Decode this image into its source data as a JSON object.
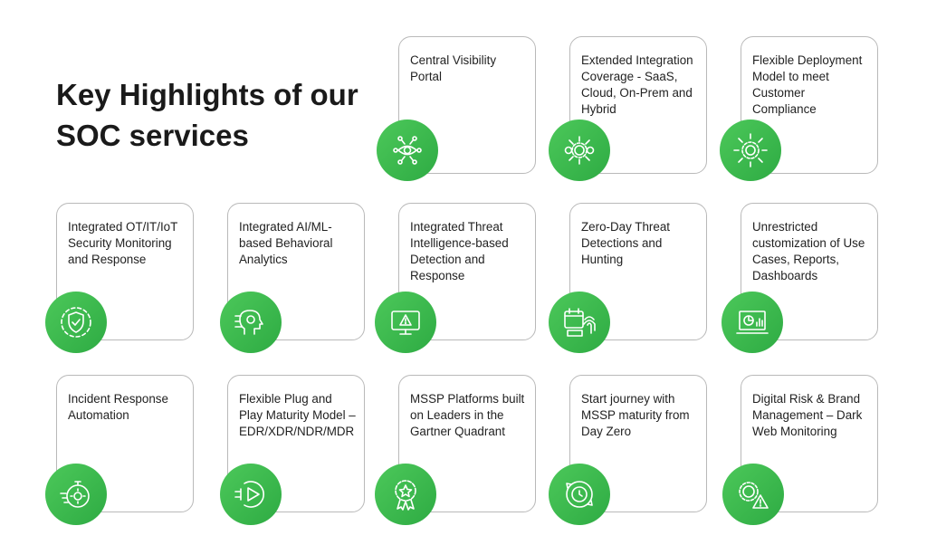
{
  "heading": "Key Highlights of our SOC services",
  "accent_color": "#33b24a",
  "cards": [
    {
      "label": "Central Visibility Portal",
      "icon": "visibility-network-icon"
    },
    {
      "label": "Extended Integration Coverage - SaaS, Cloud, On-Prem and Hybrid",
      "icon": "integration-gears-icon"
    },
    {
      "label": "Flexible Deployment Model to meet Customer Compliance",
      "icon": "deployment-gear-arrows-icon"
    },
    {
      "label": "Integrated OT/IT/IoT Security Monitoring and Response",
      "icon": "security-shield-icon"
    },
    {
      "label": "Integrated AI/ML-based Behavioral Analytics",
      "icon": "ai-head-icon"
    },
    {
      "label": "Integrated Threat Intelligence-based Detection and Response",
      "icon": "threat-monitor-icon"
    },
    {
      "label": "Zero-Day Threat Detections and Hunting",
      "icon": "calendar-fingerprint-icon"
    },
    {
      "label": "Unrestricted customization of Use Cases, Reports, Dashboards",
      "icon": "dashboard-laptop-icon"
    },
    {
      "label": "Incident Response Automation",
      "icon": "automation-stopwatch-icon"
    },
    {
      "label": "Flexible Plug and Play Maturity Model – EDR/XDR/NDR/MDR",
      "icon": "plug-play-icon"
    },
    {
      "label": "MSSP Platforms built on Leaders in the Gartner Quadrant",
      "icon": "award-badge-icon"
    },
    {
      "label": "Start journey with MSSP maturity from Day Zero",
      "icon": "journey-cycle-icon"
    },
    {
      "label": "Digital Risk & Brand Management – Dark Web Monitoring",
      "icon": "risk-gear-warning-icon"
    }
  ]
}
